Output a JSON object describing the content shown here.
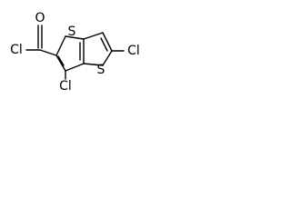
{
  "molecule": {
    "atoms": [
      {
        "label": "O"
      },
      {
        "label": "Cl"
      },
      {
        "label": "S"
      },
      {
        "label": "Cl"
      },
      {
        "label": "S"
      },
      {
        "label": "Cl"
      }
    ]
  },
  "colors": {
    "bond": "#000000",
    "label": "#000000",
    "background": "#ffffff"
  }
}
